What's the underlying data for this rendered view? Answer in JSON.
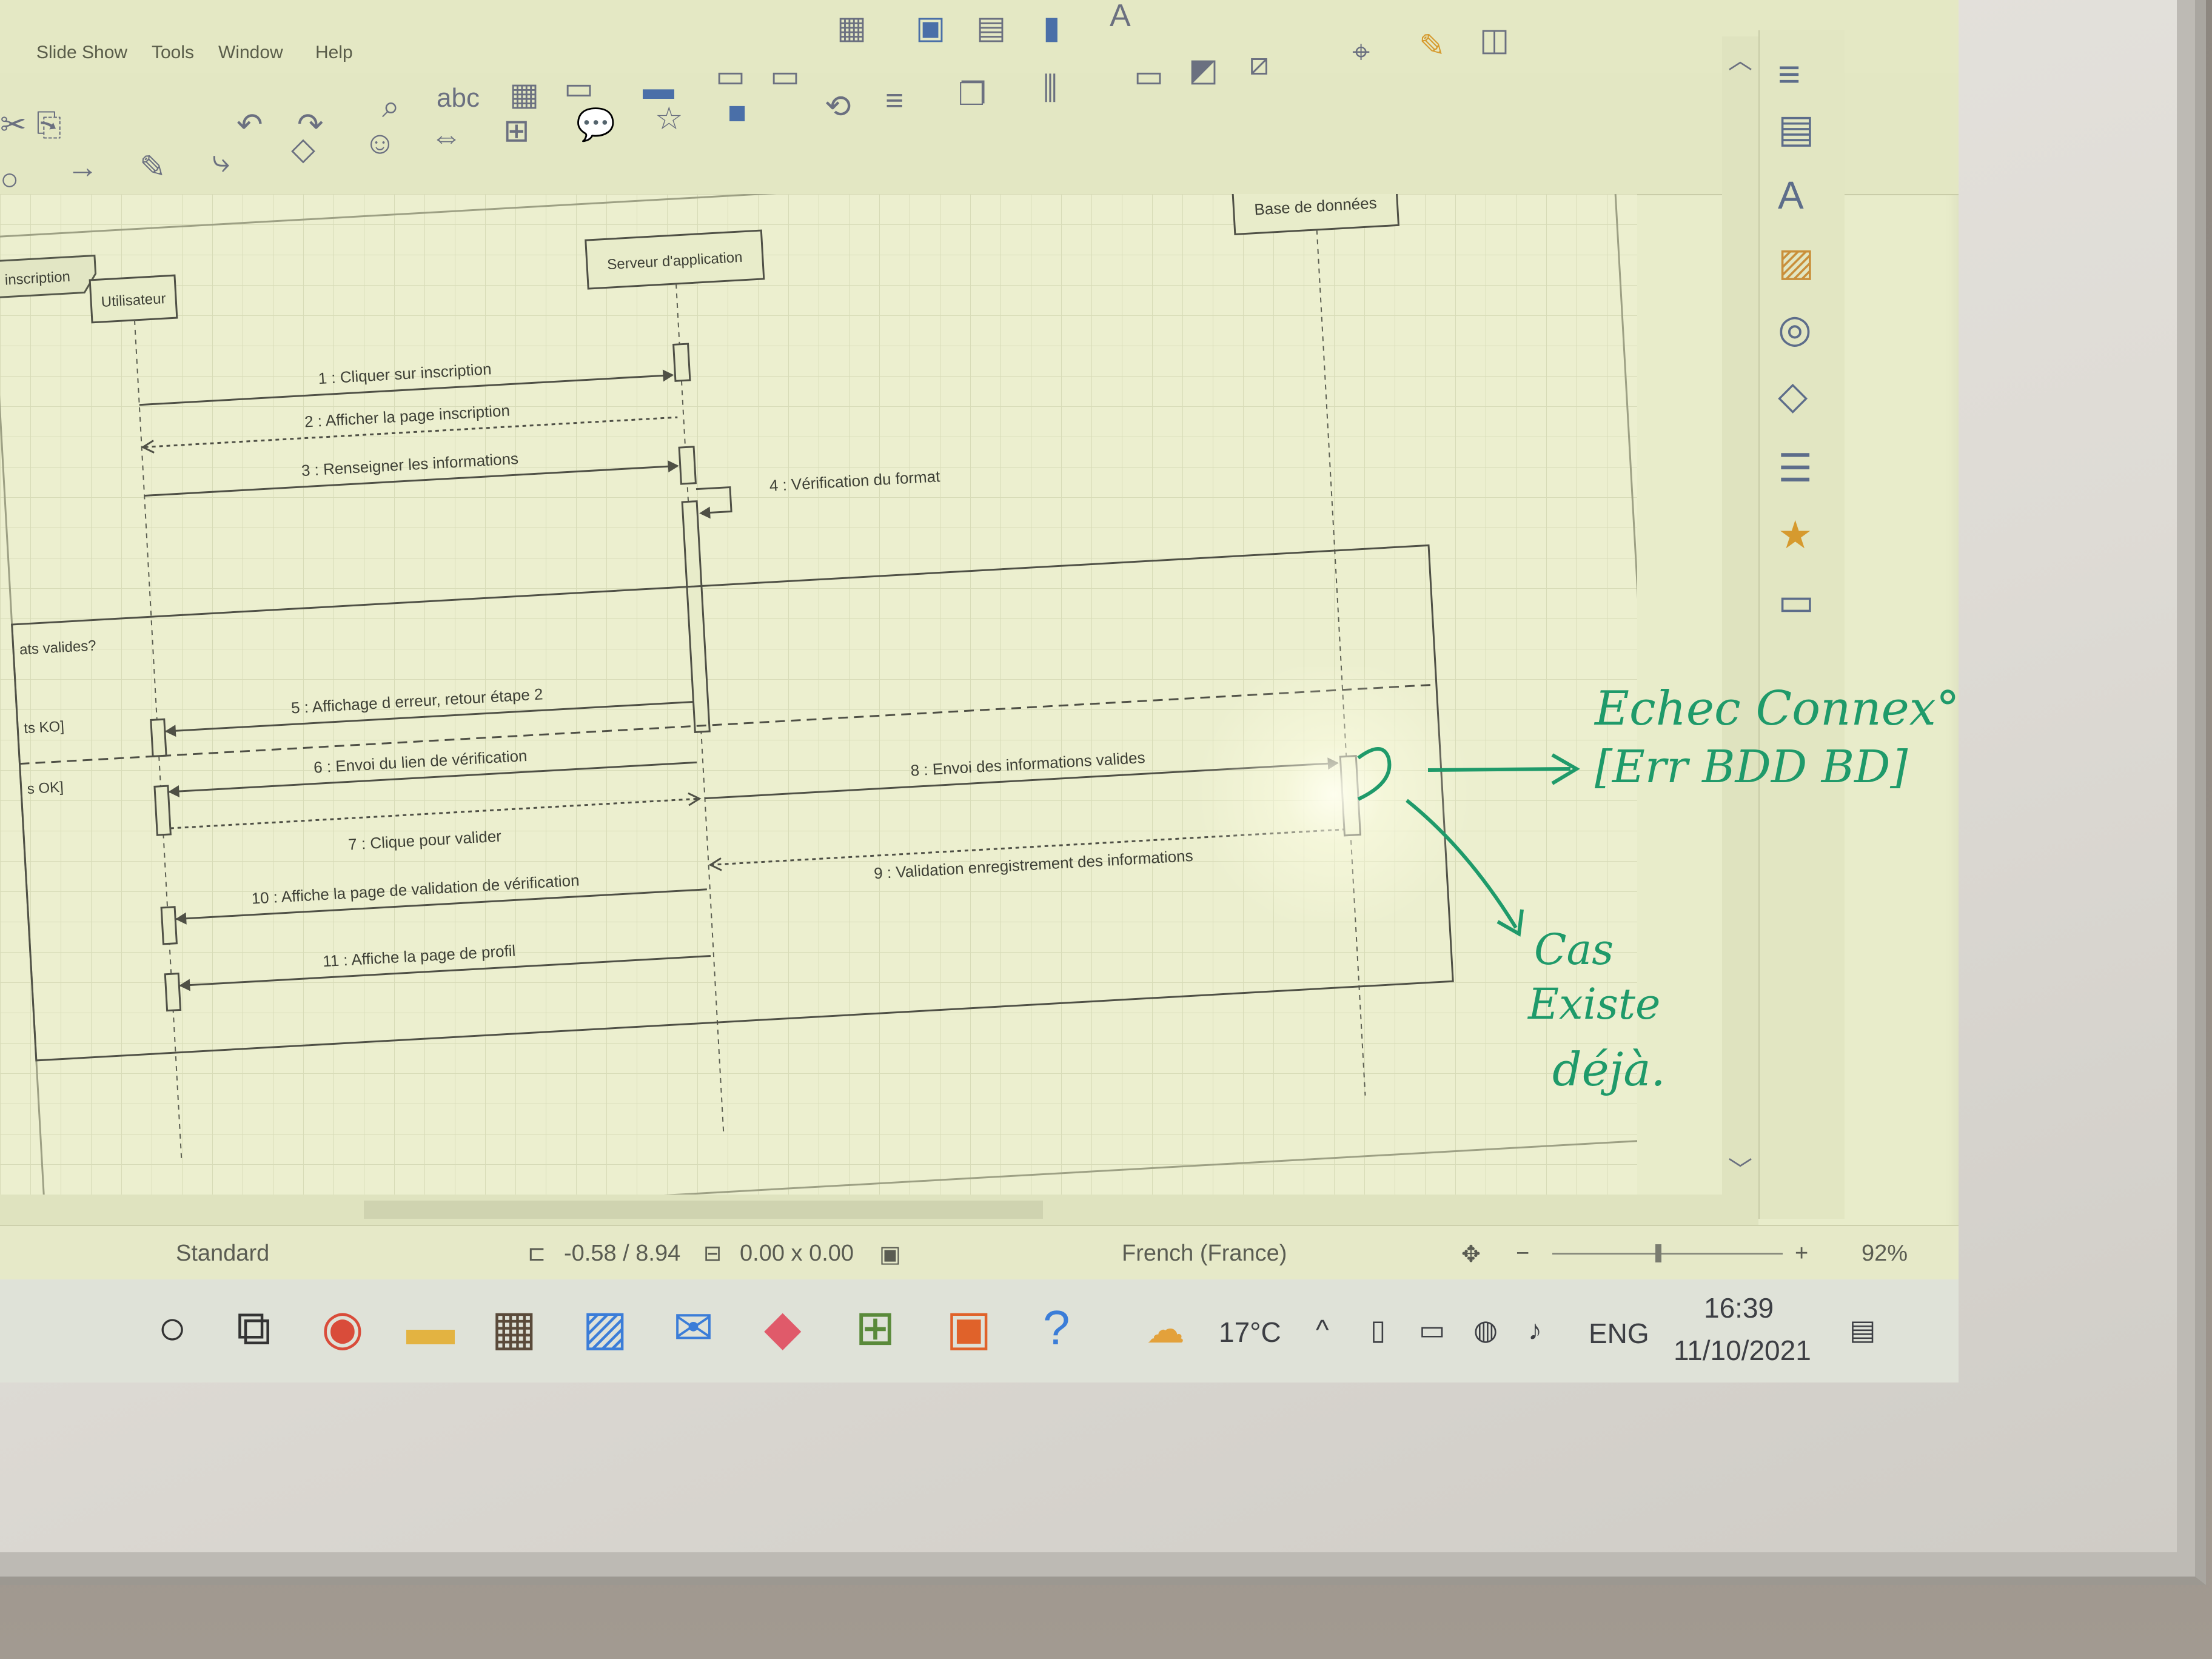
{
  "menu": {
    "items": [
      "Slide Show",
      "Tools",
      "Window",
      "Help"
    ]
  },
  "diagram": {
    "frame_label": "inscription",
    "lifelines": {
      "user": "Utilisateur",
      "server": "Serveur d'application",
      "database": "Base de données"
    },
    "guards": {
      "alt_question": "ats valides?",
      "ko": "ts KO]",
      "ok": "s OK]"
    },
    "messages": {
      "m1": "1 : Cliquer sur inscription",
      "m2": "2 : Afficher la page inscription",
      "m3": "3 : Renseigner les informations",
      "m4": "4 : Vérification du format",
      "m5": "5 : Affichage d erreur, retour étape 2",
      "m6": "6 : Envoi du lien de vérification",
      "m7": "7 : Clique pour valider",
      "m8": "8 : Envoi des informations valides",
      "m9": "9 : Validation enregistrement des informations",
      "m10": "10 : Affiche la page de validation de vérification",
      "m11": "11 : Affiche la page de profil"
    }
  },
  "handwriting": {
    "line1": "Echec Connex°",
    "line2": "[Err BDD BD]",
    "line3": "Cas",
    "line4": "Existe",
    "line5": "déjà."
  },
  "statusbar": {
    "layout": "Standard",
    "position": "-0.58 / 8.94",
    "size": "0.00 x 0.00",
    "language": "French (France)",
    "zoom": "92%"
  },
  "taskbar": {
    "weather": "17°C",
    "lang": "ENG",
    "time": "16:39",
    "date": "11/10/2021"
  },
  "colors": {
    "ink": "#1f9a6a",
    "screen": "#e8ecca",
    "line": "#4f5046"
  }
}
